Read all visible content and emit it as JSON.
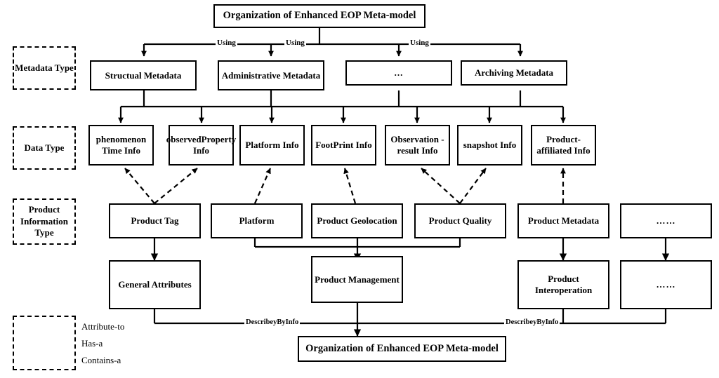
{
  "title": "Organization of Enhanced EOP Meta-model",
  "root": {
    "label": "Organization of Enhanced EOP Meta-model"
  },
  "bottom": {
    "label": "Organization of Enhanced EOP Meta-model"
  },
  "group_labels": {
    "metadata_type": "Metadata Type",
    "data_type": "Data Type",
    "product_information_type": "Product Information Type"
  },
  "edge_labels": {
    "using_1": "Using",
    "using_2": "Using",
    "using_3": "Using",
    "describe_left": "DescribeyByInfo",
    "describe_right": "DescribeyByInfo"
  },
  "metadata_type_row": [
    {
      "label": "Structual Metadata"
    },
    {
      "label": "Administrative Metadata"
    },
    {
      "label": "..."
    },
    {
      "label": "Archiving Metadata"
    }
  ],
  "data_type_row": [
    {
      "label": "phenomenon Time Info"
    },
    {
      "label": "observedProperty Info"
    },
    {
      "label": "Platform Info"
    },
    {
      "label": "FootPrint Info"
    },
    {
      "label": "Observation -result Info"
    },
    {
      "label": "snapshot Info"
    },
    {
      "label": "Product- affiliated Info"
    }
  ],
  "product_information_type_row": [
    {
      "label": "Product Tag"
    },
    {
      "label": "Platform"
    },
    {
      "label": "Product Geolocation"
    },
    {
      "label": "Product Quality"
    },
    {
      "label": "Product Metadata"
    },
    {
      "label": "……"
    }
  ],
  "management_row": [
    {
      "label": "General Attributes"
    },
    {
      "label": "Product Management"
    },
    {
      "label": "Product Interoperation"
    },
    {
      "label": "……"
    }
  ],
  "legend": {
    "items": [
      {
        "label": "Attribute-to",
        "arrow": "open-arrowhead"
      },
      {
        "label": "Has-a",
        "arrow": "solid-small-arrowhead"
      },
      {
        "label": "Contains-a",
        "arrow": "solid-large-arrowhead"
      }
    ]
  },
  "colors": {
    "stroke": "#000000",
    "background": "#ffffff"
  }
}
